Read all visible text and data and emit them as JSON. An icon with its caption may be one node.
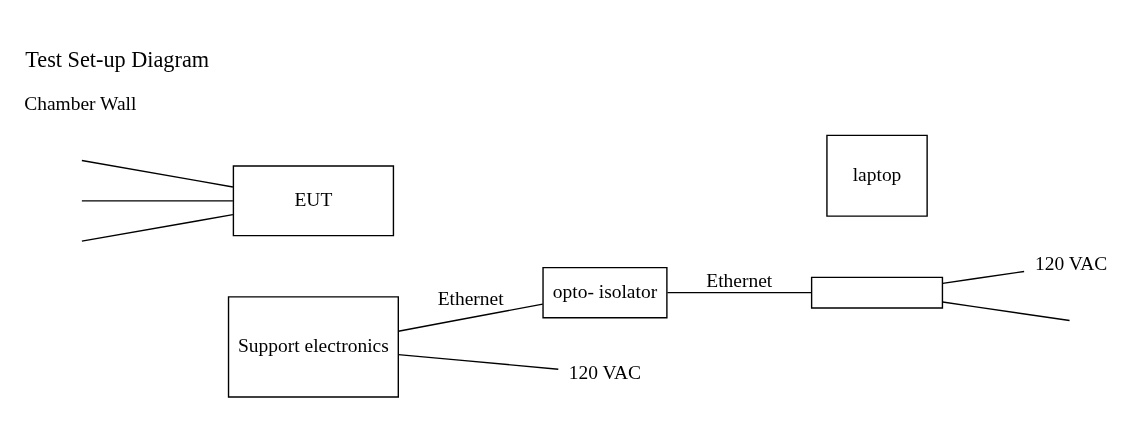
{
  "diagram": {
    "title": "Test Set-up Diagram",
    "nodes": [
      {
        "text": [
          "EUT"
        ]
      },
      {
        "text": [
          "Support electronics"
        ]
      },
      {
        "text": [
          "opto- isolator"
        ]
      },
      {
        "text": [
          "laptop"
        ]
      },
      {
        "text": [],
        "shape": "box"
      },
      {
        "text": [
          "120 VAC"
        ]
      },
      {
        "text": [
          "120 VAC"
        ]
      }
    ],
    "edges": [
      {
        "from": null,
        "to": 0,
        "arrow": "none"
      },
      {
        "from": null,
        "to": 0,
        "arrow": "none"
      },
      {
        "from": null,
        "to": 0,
        "arrow": "none"
      },
      {
        "from": 1,
        "to": 2,
        "arrow": "none",
        "label": "Ethernet"
      },
      {
        "from": 2,
        "to": 4,
        "arrow": "none",
        "label": "Ethernet"
      },
      {
        "from": 1,
        "to": 5,
        "arrow": "none"
      },
      {
        "from": 4,
        "to": 6,
        "arrow": "none"
      },
      {
        "from": 4,
        "to": null,
        "arrow": "none"
      }
    ],
    "labels": [
      "Chamber Wall"
    ]
  }
}
